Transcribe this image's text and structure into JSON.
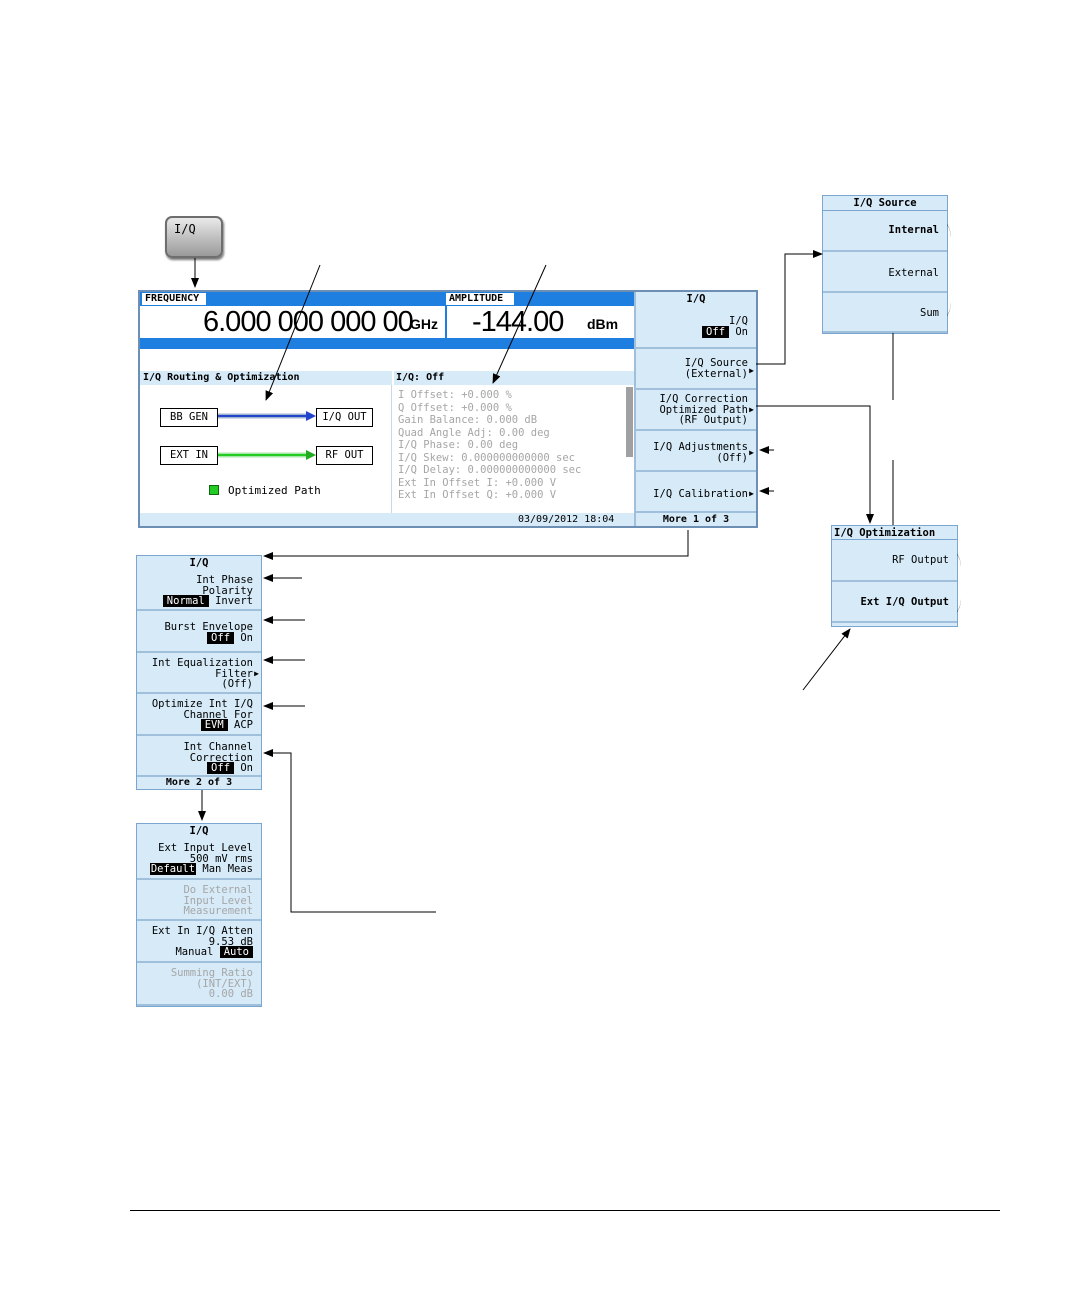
{
  "hardkey": {
    "label": "I/Q"
  },
  "screen": {
    "frequency_label": "FREQUENCY",
    "frequency_value": "6.000 000 000 00",
    "frequency_unit": "GHz",
    "amplitude_label": "AMPLITUDE",
    "amplitude_value": "-144.00",
    "amplitude_unit": "dBm",
    "routing_title": "I/Q Routing & Optimization",
    "iq_status_title": "I/Q:  Off",
    "blocks": {
      "bb_gen": "BB GEN",
      "iq_out": "I/Q OUT",
      "ext_in": "EXT IN",
      "rf_out": "RF OUT"
    },
    "legend": "Optimized Path",
    "params": [
      "I Offset: +0.000 %",
      "Q Offset: +0.000 %",
      "Gain Balance: 0.000 dB",
      "Quad Angle Adj: 0.00 deg",
      "I/Q Phase: 0.00 deg",
      "I/Q Skew: 0.000000000000  sec",
      "I/Q Delay: 0.000000000000  sec",
      "Ext In Offset I: +0.000 V",
      "Ext In Offset Q: +0.000 V"
    ],
    "timestamp": "03/09/2012 18:04",
    "more": "More 1 of 3",
    "colors": {
      "header": "#1e7fe0",
      "panel": "#d6eaf8",
      "blue_path": "#2244cc",
      "green_path": "#22cc22"
    }
  },
  "menu1": {
    "title": "I/Q",
    "iq": {
      "label": "I/Q",
      "off": "Off",
      "on": "On"
    },
    "source": {
      "line1": "I/Q Source",
      "line2": "(External)"
    },
    "correction": {
      "line1": "I/Q Correction",
      "line2": "Optimized Path",
      "line3": "(RF Output)"
    },
    "adjustments": {
      "line1": "I/Q Adjustments",
      "line2": "(Off)"
    },
    "calibration": {
      "line1": "I/Q Calibration"
    }
  },
  "source_menu": {
    "title": "I/Q Source",
    "internal": "Internal",
    "external": "External",
    "sum": "Sum"
  },
  "optimization_menu": {
    "title": "I/Q Optimization",
    "rf_output": "RF Output",
    "ext_iq_output": "Ext I/Q Output"
  },
  "menu2": {
    "title": "I/Q",
    "phase": {
      "line1": "Int Phase",
      "line2": "Polarity",
      "sel": "Normal",
      "alt": "Invert"
    },
    "burst": {
      "line1": "Burst Envelope",
      "sel": "Off",
      "alt": "On"
    },
    "eq": {
      "line1": "Int Equalization",
      "line2": "Filter",
      "line3": "(Off)"
    },
    "optimize": {
      "line1": "Optimize Int I/Q",
      "line2": "Channel For",
      "sel": "EVM",
      "alt": "ACP"
    },
    "chcorr": {
      "line1": "Int Channel",
      "line2": "Correction",
      "sel": "Off",
      "alt": "On"
    },
    "more": "More 2 of 3"
  },
  "menu3": {
    "title": "I/Q",
    "ext_level": {
      "line1": "Ext Input Level",
      "line2": "500 mV rms",
      "sel": "Default",
      "opt2": "Man",
      "opt3": "Meas"
    },
    "do_ext": {
      "line1": "Do External",
      "line2": "Input Level",
      "line3": "Measurement"
    },
    "atten": {
      "line1": "Ext In I/Q Atten",
      "line2": "9.53 dB",
      "opt1": "Manual",
      "sel": "Auto"
    },
    "summing": {
      "line1": "Summing Ratio",
      "line2": "(INT/EXT)",
      "line3": "0.00 dB"
    }
  }
}
